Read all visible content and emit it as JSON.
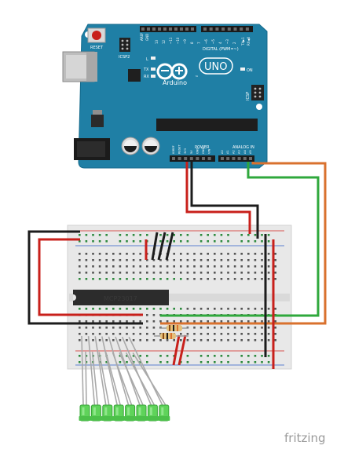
{
  "board": {
    "reset_label": "RESET",
    "icsp2_label": "ICSP2",
    "digital_label": "DIGITAL (PWM=~)",
    "l_label": "L",
    "tx_label": "TX",
    "rx_label": "RX",
    "brand_label": "Arduino",
    "tm_label": "™",
    "model_label": "UNO",
    "on_label": "ON",
    "icsp_label": "ICSP",
    "power_label": "POWER",
    "analog_label": "ANALOG IN",
    "aref_label": "AREF",
    "gnd_label": "GND",
    "tx1_label": "TX▶1",
    "rx0_label": "RX◀0",
    "digital_pins": [
      "13",
      "12",
      "~11",
      "~10",
      "~9",
      "8",
      "7",
      "~6",
      "~5",
      "4",
      "~3",
      "2"
    ],
    "power_pins": [
      "IOREF",
      "RESET",
      "3V3",
      "5V",
      "GND",
      "GND",
      "VIN"
    ],
    "analog_pins": [
      "A0",
      "A1",
      "A2",
      "A3",
      "A4",
      "A5"
    ]
  },
  "chip": {
    "label": "MCP23017"
  },
  "credit": {
    "label": "fritzing"
  },
  "colors": {
    "board": "#1f7fa5",
    "board_edge": "#146a8c",
    "wire_red": "#c8201b",
    "wire_black": "#1c1c1c",
    "wire_green": "#2fa83c",
    "wire_orange": "#d9712e",
    "led_green": "#5fd35a",
    "breadboard": "#e9e9e9",
    "hole": "#444444",
    "hole_green": "#2d8a3e"
  },
  "leds": {
    "count": 8
  }
}
